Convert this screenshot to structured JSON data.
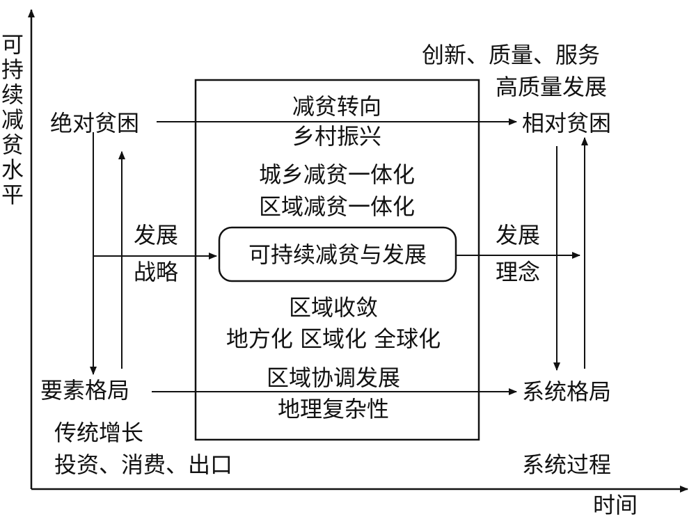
{
  "axes": {
    "y_label": "可持续减贫水平",
    "x_label": "时间"
  },
  "nodes": {
    "top_left": "绝对贫困",
    "top_right": "相对贫困",
    "bottom_left": "要素格局",
    "bottom_right": "系统格局",
    "center": "可持续减贫与发展"
  },
  "annotations": {
    "top_right_line1": "创新、质量、服务",
    "top_right_line2": "高质量发展",
    "bottom_left_line1": "传统增长",
    "bottom_left_line2": "投资、消费、出口",
    "bottom_right": "系统过程",
    "left_arrow_line1": "发展",
    "left_arrow_line2": "战略",
    "right_arrow_line1": "发展",
    "right_arrow_line2": "理念"
  },
  "box_text": {
    "line1": "减贫转向",
    "line2": "乡村振兴",
    "line3": "城乡减贫一体化",
    "line4": "区域减贫一体化",
    "line5": "区域收敛",
    "line6": "地方化 区域化 全球化",
    "line7": "区域协调发展",
    "line8": "地理复杂性"
  }
}
